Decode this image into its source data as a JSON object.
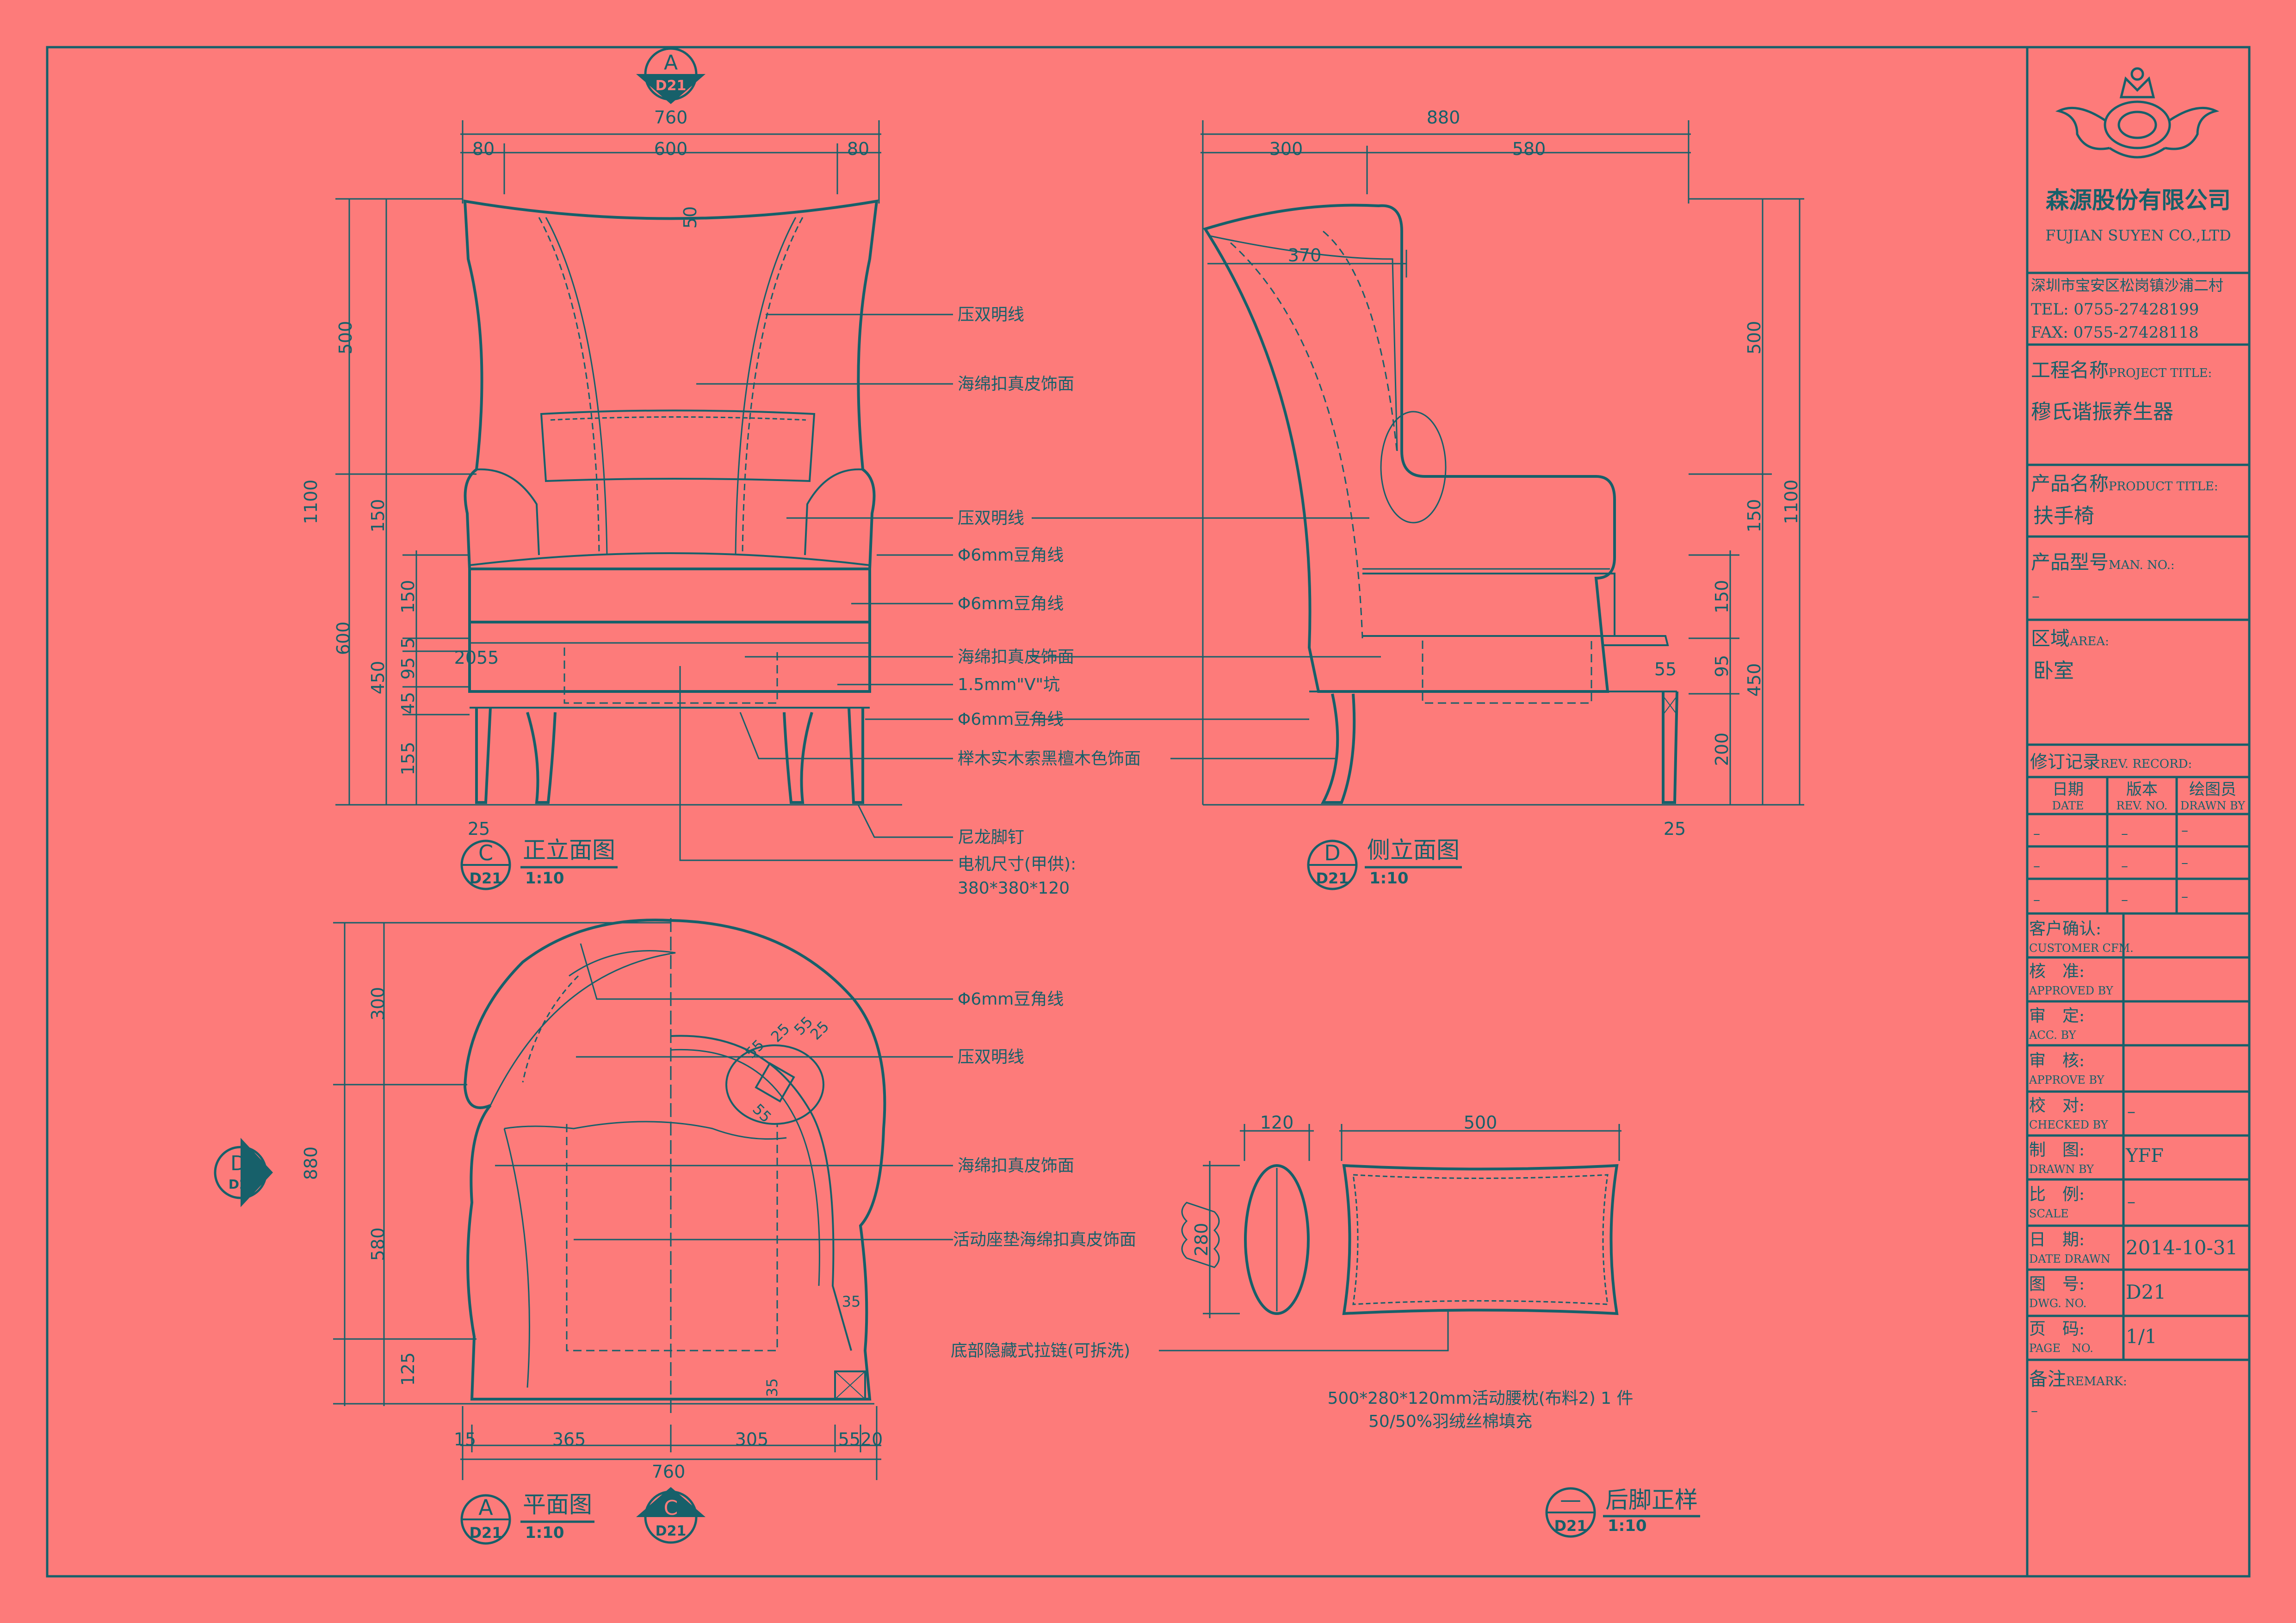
{
  "colors": {
    "background": "#fd7b7a",
    "line": "#17606a"
  },
  "company": {
    "name_cn": "森源股份有限公司",
    "name_en": "FUJIAN SUYEN CO.,LTD",
    "address": "深圳市宝安区松岗镇沙浦二村",
    "tel": "TEL: 0755-27428199",
    "fax": "FAX: 0755-27428118"
  },
  "titleblock": {
    "project_label": "工程名称",
    "project_label_en": "PROJECT TITLE:",
    "project_value": "穆氏谐振养生器",
    "product_label": "产品名称",
    "product_label_en": "PRODUCT TITLE:",
    "product_value": "扶手椅",
    "model_label": "产品型号",
    "model_label_en": "MAN. NO.:",
    "model_value": "–",
    "area_label": "区域",
    "area_label_en": "AREA:",
    "area_value": "卧室",
    "rev_label": "修订记录",
    "rev_label_en": "REV. RECORD:",
    "rev_headers": [
      {
        "cn": "日期",
        "en": "DATE"
      },
      {
        "cn": "版本",
        "en": "REV. NO."
      },
      {
        "cn": "绘图员",
        "en": "DRAWN BY"
      }
    ],
    "rev_rows": [
      [
        "–",
        "–",
        "–"
      ],
      [
        "–",
        "–",
        "–"
      ],
      [
        "–",
        "–",
        "–"
      ]
    ],
    "fields": [
      {
        "cn": "客户确认:",
        "en": "CUSTOMER CFM.",
        "value": ""
      },
      {
        "cn": "核　准:",
        "en": "APPROVED BY",
        "value": ""
      },
      {
        "cn": "审　定:",
        "en": "ACC. BY",
        "value": ""
      },
      {
        "cn": "审　核:",
        "en": "APPROVE BY",
        "value": ""
      },
      {
        "cn": "校　对:",
        "en": "CHECKED BY",
        "value": "–"
      },
      {
        "cn": "制　图:",
        "en": "DRAWN BY",
        "value": "YFF"
      },
      {
        "cn": "比　例:",
        "en": "SCALE",
        "value": "–"
      },
      {
        "cn": "日　期:",
        "en": "DATE DRAWN",
        "value": "2014-10-31"
      },
      {
        "cn": "图　号:",
        "en": "DWG. NO.",
        "value": "D21"
      },
      {
        "cn": "页　码:",
        "en": "PAGE　NO.",
        "value": "1/1"
      }
    ],
    "remark_label": "备注",
    "remark_label_en": "REMARK:",
    "remark_value": "–"
  },
  "views": {
    "front": {
      "letter": "C",
      "sheet": "D21",
      "title": "正立面图",
      "scale": "1:10"
    },
    "side": {
      "letter": "D",
      "sheet": "D21",
      "title": "侧立面图",
      "scale": "1:10"
    },
    "plan": {
      "letter": "A",
      "sheet": "D21",
      "title": "平面图",
      "scale": "1:10"
    },
    "foot": {
      "letter": "—",
      "sheet": "D21",
      "title": "后脚正样",
      "scale": "1:10"
    }
  },
  "markers": {
    "top": {
      "letter": "A",
      "sheet": "D21"
    },
    "left": {
      "letter": "D",
      "sheet": "D21"
    },
    "bottom": {
      "letter": "C",
      "sheet": "D21"
    }
  },
  "annotations": {
    "double_stitch": "压双明线",
    "foam_leather": "海绵扣真皮饰面",
    "bead_6mm": "Φ6mm豆角线",
    "v_groove": "1.5mm\"V\"坑",
    "wood_finish": "榉木实木索黑檀木色饰面",
    "nylon_nail": "尼龙脚钉",
    "motor_size_1": "电机尺寸(甲供):",
    "motor_size_2": "380*380*120",
    "movable_cushion": "活动座垫海绵扣真皮饰面",
    "zipper": "底部隐藏式拉链(可拆洗)",
    "pillow_1": "500*280*120mm活动腰枕(布料2) 1 件",
    "pillow_2": "50/50%羽绒丝棉填充"
  },
  "dims": {
    "front_overall": "760",
    "front_arm_l": "80",
    "front_back": "600",
    "front_arm_r": "80",
    "front_50": "50",
    "front_1100": "1100",
    "front_500": "500",
    "front_150a": "150",
    "front_600": "600",
    "front_150b": "150",
    "front_5": "5",
    "front_95": "95",
    "front_450": "450",
    "front_45": "45",
    "front_155": "155",
    "front_2055": "2055",
    "front_25": "25",
    "side_overall": "880",
    "side_300": "300",
    "side_580": "580",
    "side_370": "370",
    "side_500": "500",
    "side_150a": "150",
    "side_1100": "1100",
    "side_150b": "150",
    "side_95": "95",
    "side_450": "450",
    "side_200": "200",
    "side_55": "55",
    "side_25": "25",
    "plan_300": "300",
    "plan_880": "880",
    "plan_580": "580",
    "plan_125": "125",
    "plan_15": "15",
    "plan_365": "365",
    "plan_305": "305",
    "plan_5520": "5520",
    "plan_760": "760",
    "plan_55a": "55",
    "plan_25a": "25",
    "plan_55b": "55",
    "plan_25b": "25",
    "plan_55c": "55",
    "plan_35a": "35",
    "plan_35b": "35",
    "pillow_120": "120",
    "pillow_500": "500",
    "pillow_280": "280"
  }
}
